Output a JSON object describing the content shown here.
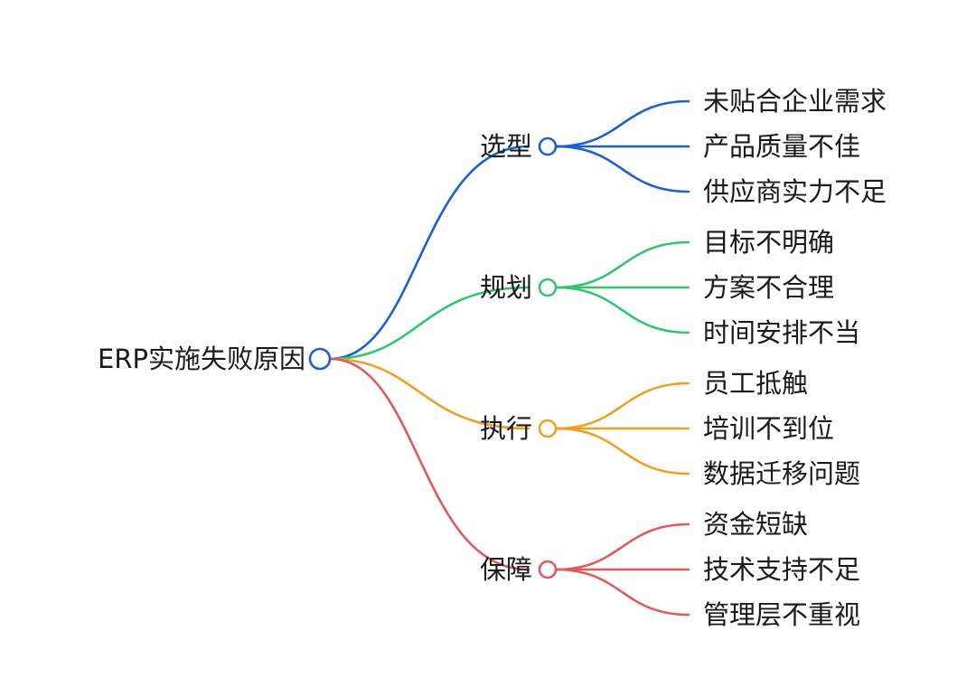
{
  "root": {
    "label": "ERP实施失败原因",
    "color": "#1a5fd6"
  },
  "branches": [
    {
      "label": "选型",
      "color": "#1a5fd6",
      "leaves": [
        "未贴合企业需求",
        "产品质量不佳",
        "供应商实力不足"
      ]
    },
    {
      "label": "规划",
      "color": "#33c46e",
      "leaves": [
        "目标不明确",
        "方案不合理",
        "时间安排不当"
      ]
    },
    {
      "label": "执行",
      "color": "#f0a020",
      "leaves": [
        "员工抵触",
        "培训不到位",
        "数据迁移问题"
      ]
    },
    {
      "label": "保障",
      "color": "#e05a5a",
      "leaves": [
        "资金短缺",
        "技术支持不足",
        "管理层不重视"
      ]
    }
  ]
}
